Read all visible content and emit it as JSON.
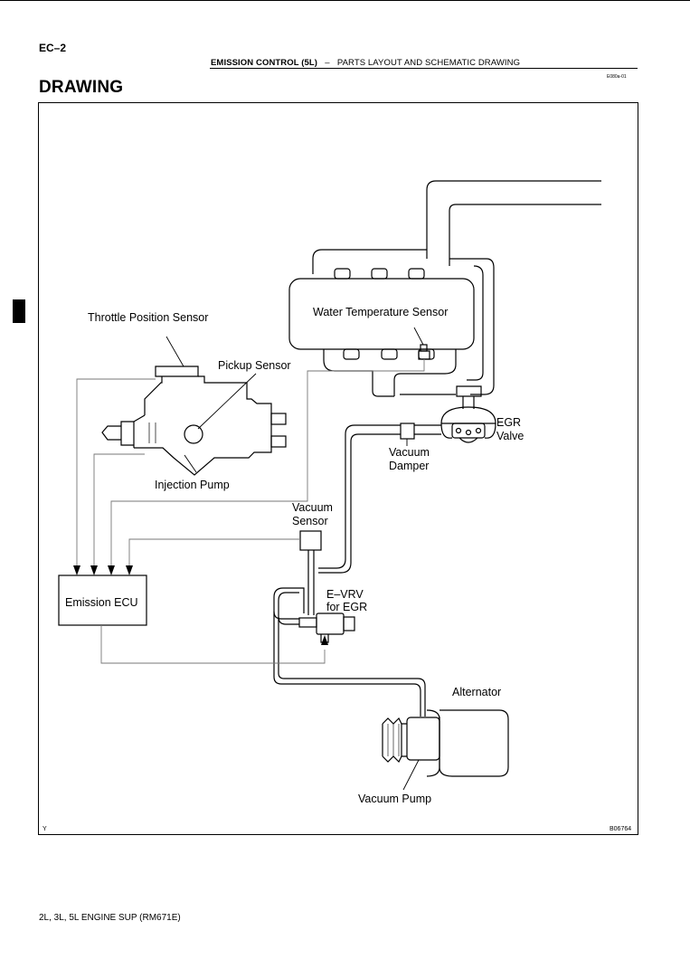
{
  "header": {
    "page_code": "EC–2",
    "section": "EMISSION CONTROL (5L)",
    "separator": "–",
    "subsection": "PARTS LAYOUT AND SCHEMATIC DRAWING",
    "doc_id": "E080a-01"
  },
  "title": "DRAWING",
  "diagram": {
    "labels": {
      "throttle_position_sensor": "Throttle Position Sensor",
      "pickup_sensor": "Pickup Sensor",
      "injection_pump": "Injection Pump",
      "water_temperature_sensor": "Water Temperature Sensor",
      "egr_line1": "EGR",
      "egr_line2": "Valve",
      "vacuum_damper_line1": "Vacuum",
      "vacuum_damper_line2": "Damper",
      "vacuum_sensor_line1": "Vacuum",
      "vacuum_sensor_line2": "Sensor",
      "evrv_line1": "E–VRV",
      "evrv_line2": "for EGR",
      "emission_ecu": "Emission ECU",
      "alternator": "Alternator",
      "vacuum_pump": "Vacuum Pump"
    },
    "corner_left": "Y",
    "figure_id": "B06764"
  },
  "footer": "2L, 3L, 5L ENGINE SUP   (RM671E)"
}
